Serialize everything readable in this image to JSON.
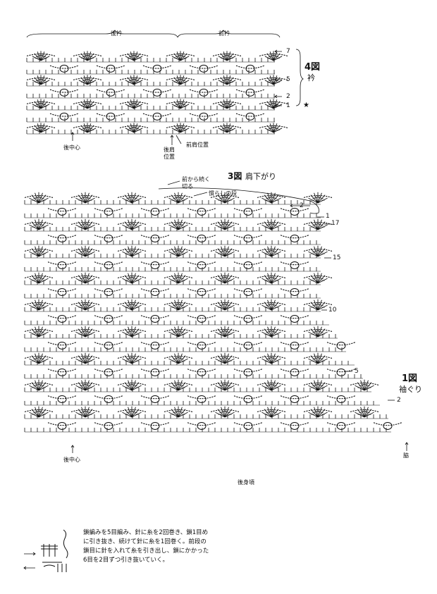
{
  "fig4": {
    "title": "4図",
    "subtitle": "衿",
    "back_label": "後衿",
    "front_label": "前衿",
    "row_markers": [
      "7",
      "5",
      "2",
      "1"
    ],
    "star": "★",
    "center_back": "後中心",
    "back_shoulder": "後肩\n位置",
    "front_shoulder": "前肩位置"
  },
  "fig3": {
    "title": "3図",
    "subtitle": "肩下がり",
    "callout_cut": "前から続く\n切る",
    "callout_adjust": "慣らしの段",
    "row_markers": [
      "2",
      "1",
      "17",
      "15",
      "10",
      "5"
    ]
  },
  "fig1": {
    "title": "1図",
    "subtitle": "袖ぐり",
    "row_marker": "2",
    "side_label": "脇",
    "center_back": "後中心",
    "caption": "後身頃"
  },
  "legend": {
    "note": "鎖編みを5目編み、針に糸を2回巻き、鎖1目めに引き抜き、続けて針に糸を1回巻く。前段の鎖目に針を入れて糸を引き出し、鎖にかかった6目を2目ずつ引き抜いていく。"
  },
  "colors": {
    "ink": "#111111",
    "paper": "#ffffff"
  }
}
